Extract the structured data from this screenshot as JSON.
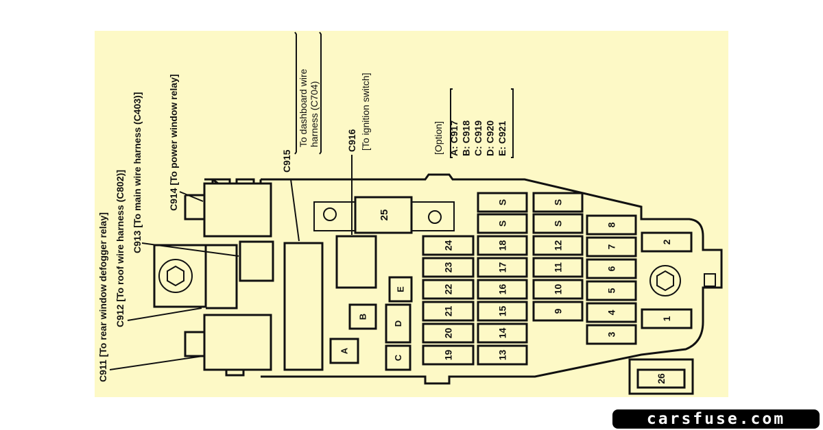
{
  "labels": {
    "c911": "C911 [To rear window defogger relay]",
    "c912": "C912 [To roof wire harness (C802)]",
    "c913": "C913 [To main wire harness (C403)]",
    "c914": "C914 [To power window relay]",
    "c915": "C915",
    "c915_desc1": "To dashboard wire",
    "c915_desc2": "harness (C704)",
    "c916": "C916",
    "c916_desc": "[To ignition switch]",
    "option": "[Option]",
    "options": [
      "A: C917",
      "B: C918",
      "C: C919",
      "D: C920",
      "E: C921"
    ]
  },
  "connectors": {
    "a": "A",
    "b": "B",
    "c": "C",
    "d": "D",
    "e": "E"
  },
  "fuses": {
    "col1": [
      "24",
      "23",
      "22",
      "21",
      "20",
      "19"
    ],
    "col2": [
      "S",
      "S",
      "18",
      "17",
      "16",
      "15",
      "14",
      "13"
    ],
    "col3": [
      "S",
      "S",
      "12",
      "11",
      "10",
      "9"
    ],
    "col4": [
      "8",
      "7",
      "6",
      "5",
      "4",
      "3"
    ],
    "f1": "1",
    "f2": "2",
    "f25": "25",
    "f26": "26"
  },
  "watermark": "carsfuse.com"
}
